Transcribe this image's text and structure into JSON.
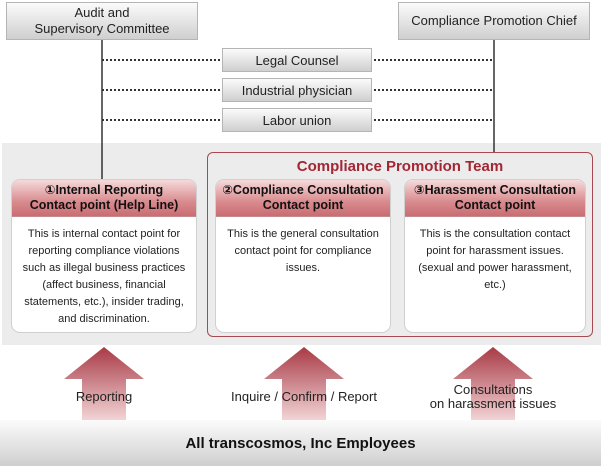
{
  "top": {
    "audit_line1": "Audit and",
    "audit_line2": "Supervisory Committee",
    "chief": "Compliance Promotion Chief"
  },
  "middle": [
    "Legal Counsel",
    "Industrial physician",
    "Labor union"
  ],
  "team_title": "Compliance Promotion Team",
  "cards": [
    {
      "title1": "①Internal Reporting",
      "title2": "Contact point (Help Line)",
      "body": "This is internal contact point for reporting compliance violations such as illegal business practices (affect business, financial statements, etc.), insider trading, and discrimination."
    },
    {
      "title1": "②Compliance Consultation",
      "title2": "Contact point",
      "body": "This is the general consultation contact point for compliance issues."
    },
    {
      "title1": "③Harassment Consultation",
      "title2": "Contact point",
      "body": "This is the consultation contact point for harassment issues.(sexual and power harassment, etc.)"
    }
  ],
  "arrows": {
    "reporting": "Reporting",
    "inquire": "Inquire / Confirm / Report",
    "consult_line1": "Consultations",
    "consult_line2": "on harassment issues"
  },
  "bottom": "All transcosmos, Inc Employees",
  "colors": {
    "accent": "#a32633",
    "arrow": "#c75f66"
  }
}
